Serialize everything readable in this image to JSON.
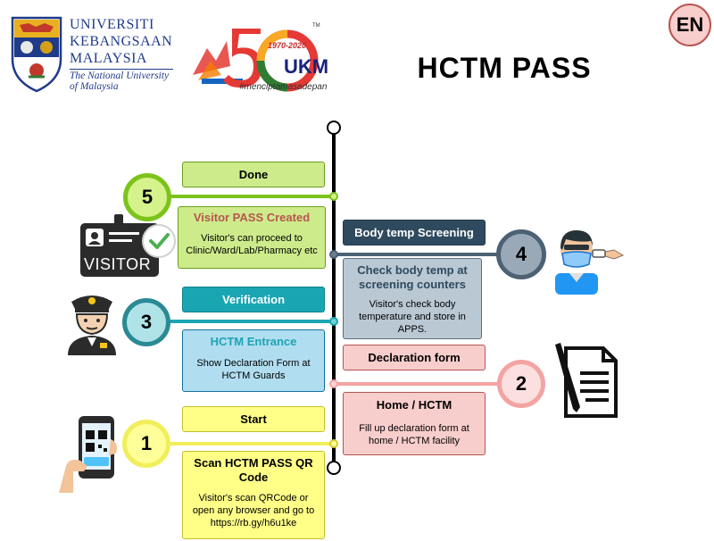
{
  "header": {
    "uni_line1": "UNIVERSITI",
    "uni_line2": "KEBANGSAAN",
    "uni_line3": "MALAYSIA",
    "uni_sub1": "The National University",
    "uni_sub2": "of Malaysia",
    "anniv_num": "50",
    "anniv_years": "1970-2020",
    "anniv_tm": "TM",
    "anniv_ukm": "UKM",
    "anniv_tag": "#menciptamasadepan",
    "title": "HCTM PASS",
    "lang_badge": "EN"
  },
  "steps": {
    "s1": {
      "num": "1",
      "label": "Start",
      "title": "Scan HCTM PASS QR Code",
      "desc": "Visitor's scan QRCode or open any browser and go to https://rb.gy/h6u1ke"
    },
    "s2": {
      "num": "2",
      "label": "Declaration form",
      "title": "Home / HCTM",
      "desc": "Fill up declaration form at home / HCTM facility"
    },
    "s3": {
      "num": "3",
      "label": "Verification",
      "title": "HCTM Entrance",
      "desc": "Show Declaration Form at HCTM Guards"
    },
    "s4": {
      "num": "4",
      "label": "Body temp Screening",
      "title": "Check body temp at screening counters",
      "desc": "Visitor's check body temperature and store in APPS."
    },
    "s5": {
      "num": "5",
      "label": "Done",
      "title": "Visitor PASS Created",
      "desc": "Visitor's can proceed to Clinic/Ward/Lab/Pharmacy etc"
    }
  },
  "icons": {
    "visitor_badge_text": "VISITOR"
  },
  "colors": {
    "green": "#7cc31c",
    "green_fill": "#cdeb8b",
    "teal": "#1aa5b3",
    "teal_dark": "#2a8a94",
    "blue_fill": "#b1ddf0",
    "slate": "#4d6174",
    "slate_fill": "#bac8d3",
    "pink": "#f4a3a3",
    "pink_fill": "#f8cecc",
    "yellow": "#f2ee5b",
    "yellow_fill": "#ffff88"
  }
}
